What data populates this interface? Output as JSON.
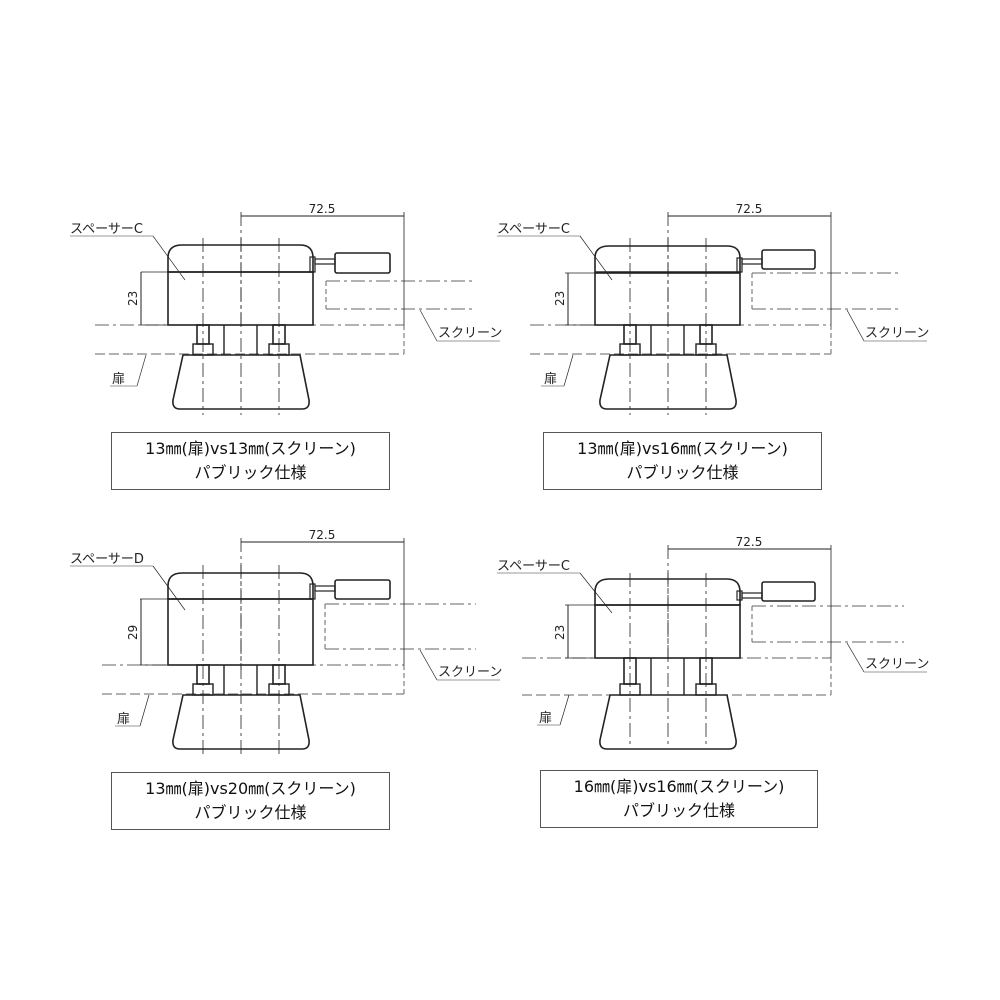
{
  "panels": [
    {
      "id": "p1",
      "spacer_label": "スペーサーC",
      "dimension_width": "72.5",
      "dimension_height": "23",
      "screen_label": "スクリーン",
      "door_label": "扉",
      "caption_line1": "13㎜(扉)vs13㎜(スクリーン)",
      "caption_line2": "パブリック仕様"
    },
    {
      "id": "p2",
      "spacer_label": "スペーサーC",
      "dimension_width": "72.5",
      "dimension_height": "23",
      "screen_label": "スクリーン",
      "door_label": "扉",
      "caption_line1": "13㎜(扉)vs16㎜(スクリーン)",
      "caption_line2": "パブリック仕様"
    },
    {
      "id": "p3",
      "spacer_label": "スペーサーD",
      "dimension_width": "72.5",
      "dimension_height": "29",
      "screen_label": "スクリーン",
      "door_label": "扉",
      "caption_line1": "13㎜(扉)vs20㎜(スクリーン)",
      "caption_line2": "パブリック仕様"
    },
    {
      "id": "p4",
      "spacer_label": "スペーサーC",
      "dimension_width": "72.5",
      "dimension_height": "23",
      "screen_label": "スクリーン",
      "door_label": "扉",
      "caption_line1": "16㎜(扉)vs16㎜(スクリーン)",
      "caption_line2": "パブリック仕様"
    }
  ],
  "colors": {
    "line": "#222222",
    "dash": "#555555",
    "background": "#ffffff"
  }
}
